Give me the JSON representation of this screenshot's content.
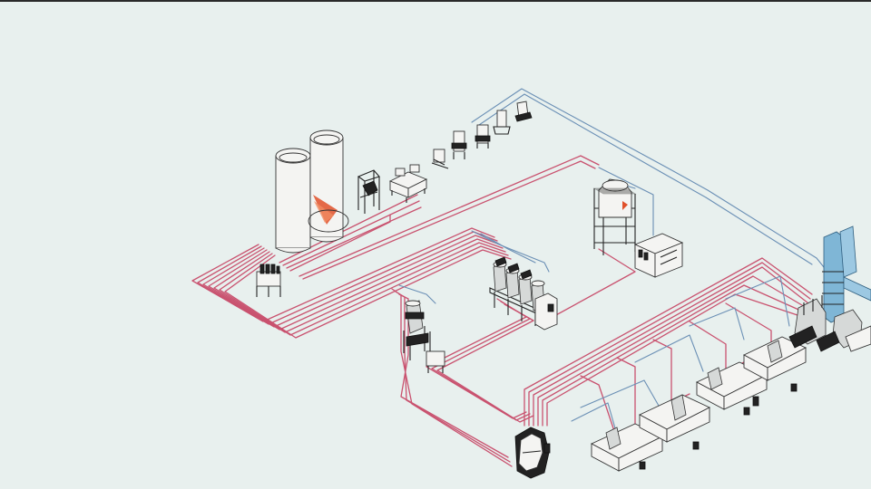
{
  "scene": {
    "background_color": "#e8f0ee",
    "material_line_color": "#c9526f",
    "vacuum_line_color": "#6a8fb5",
    "frame_color": "#222222",
    "accent_color": "#e0502a",
    "highlight_color": "#7fb6d6"
  },
  "equipment": [
    {
      "id": "storage-silo-1",
      "icon": "silo-icon"
    },
    {
      "id": "storage-silo-2",
      "icon": "silo-icon"
    },
    {
      "id": "selection-manifold",
      "icon": "manifold-icon"
    },
    {
      "id": "bulk-bag-unloader",
      "icon": "bag-unloader-icon"
    },
    {
      "id": "octabin-station",
      "icon": "octabin-icon"
    },
    {
      "id": "small-loaders",
      "icon": "loader-icon"
    },
    {
      "id": "central-dryer",
      "icon": "dryer-icon"
    },
    {
      "id": "dryer-control-unit",
      "icon": "control-cabinet-icon"
    },
    {
      "id": "multi-hopper-drying-station",
      "icon": "hopper-array-icon"
    },
    {
      "id": "single-hopper-dryer",
      "icon": "hopper-icon"
    },
    {
      "id": "granulator",
      "icon": "granulator-icon"
    },
    {
      "id": "injection-molding-machines",
      "icon": "molding-machine-icon"
    },
    {
      "id": "blown-film-extrusion-line",
      "icon": "extrusion-tower-icon"
    }
  ]
}
